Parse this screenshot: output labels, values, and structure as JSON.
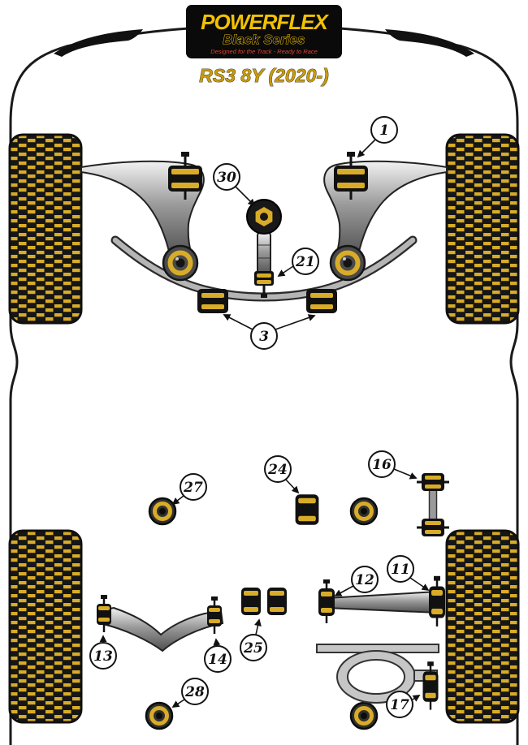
{
  "logo": {
    "brand": "POWERFLEX",
    "series": "Black Series",
    "tagline": "Designed for the Track - Ready to Race"
  },
  "title": {
    "text": "RS3 8Y (2020-)",
    "color": "#C89B10"
  },
  "colors": {
    "accent_gold": "#D8AC28",
    "logo_yellow": "#F2C101",
    "series_outline": "#E5B700",
    "tagline_red": "#E2432E",
    "logo_bg": "#0A0A0A",
    "outline_black": "#1A1A1A"
  },
  "callouts": [
    {
      "label": "1"
    },
    {
      "label": "30"
    },
    {
      "label": "21"
    },
    {
      "label": "3"
    },
    {
      "label": "27"
    },
    {
      "label": "24"
    },
    {
      "label": "16"
    },
    {
      "label": "12"
    },
    {
      "label": "11"
    },
    {
      "label": "13"
    },
    {
      "label": "14"
    },
    {
      "label": "25"
    },
    {
      "label": "28"
    },
    {
      "label": "17"
    }
  ]
}
